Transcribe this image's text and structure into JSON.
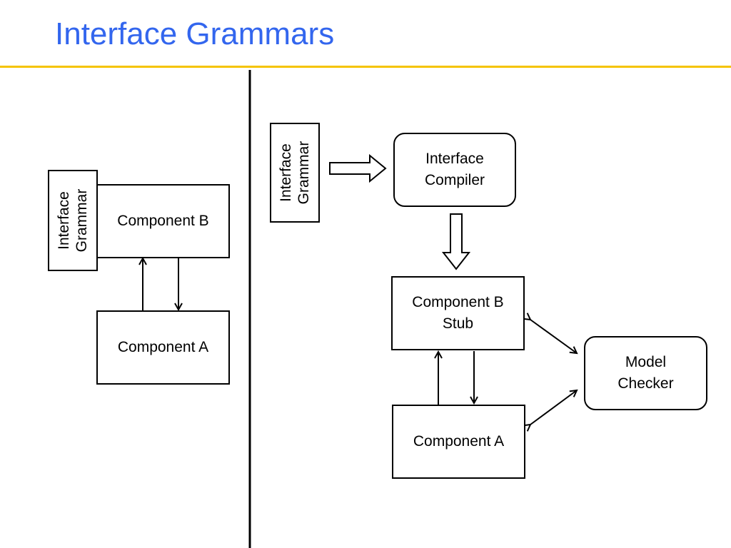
{
  "slide": {
    "title": "Interface Grammars"
  },
  "left": {
    "interface_grammar": {
      "line1": "Interface",
      "line2": "Grammar"
    },
    "component_b": "Component B",
    "component_a": "Component A"
  },
  "right": {
    "interface_grammar": {
      "line1": "Interface",
      "line2": "Grammar"
    },
    "interface_compiler": {
      "line1": "Interface",
      "line2": "Compiler"
    },
    "component_b_stub": {
      "line1": "Component B",
      "line2": "Stub"
    },
    "component_a": "Component A",
    "model_checker": {
      "line1": "Model",
      "line2": "Checker"
    }
  },
  "colors": {
    "title": "#3366ee",
    "rule": "#f5c400",
    "stroke": "#000000"
  }
}
